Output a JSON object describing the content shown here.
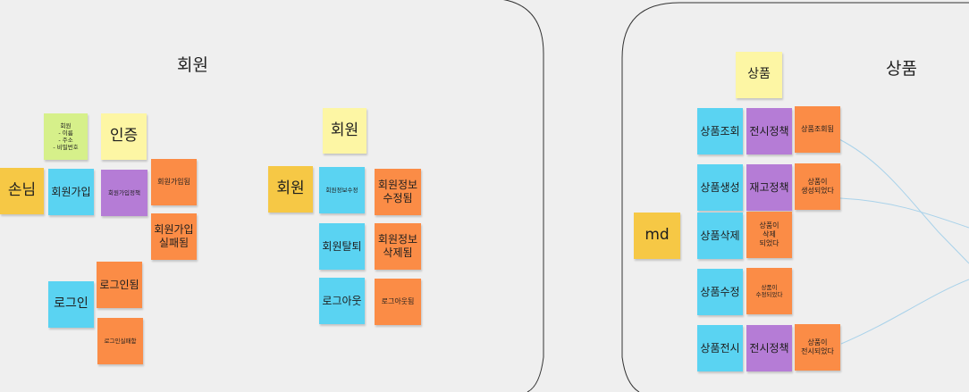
{
  "frames": {
    "member_title": "회원",
    "product_title": "상품"
  },
  "member": {
    "guest": "손님",
    "member_info": "회원\n- 이름\n- 주소\n- 비밀번호",
    "auth": "인증",
    "signup": "회원가입",
    "signup_policy": "회원가입정책",
    "signed_up": "회원가입됨",
    "signup_failed": "회원가입\n실패됨",
    "login": "로그인",
    "logged_in": "로그인됨",
    "login_failed": "로그인실패함"
  },
  "account": {
    "member_header": "회원",
    "member_actor": "회원",
    "edit_info": "회원정보수정",
    "info_edited": "회원정보\n수정됨",
    "withdraw": "회원탈퇴",
    "info_deleted": "회원정보\n삭제됨",
    "logout": "로그아웃",
    "logged_out": "로그아웃됨"
  },
  "product": {
    "header": "상품",
    "actor": "md",
    "rows": [
      {
        "command": "상품조회",
        "policy": "전시정책",
        "event": "상품조회됨"
      },
      {
        "command": "상품생성",
        "policy": "재고정책",
        "event": "상품이\n생성되었다"
      },
      {
        "command": "상품삭제",
        "policy": "",
        "event": "상품이\n삭제\n되었다"
      },
      {
        "command": "상품수정",
        "policy": "",
        "event": "상품이\n수정되었다"
      },
      {
        "command": "상품전시",
        "policy": "전시정책",
        "event": "상품이\n전시되었다"
      }
    ]
  }
}
